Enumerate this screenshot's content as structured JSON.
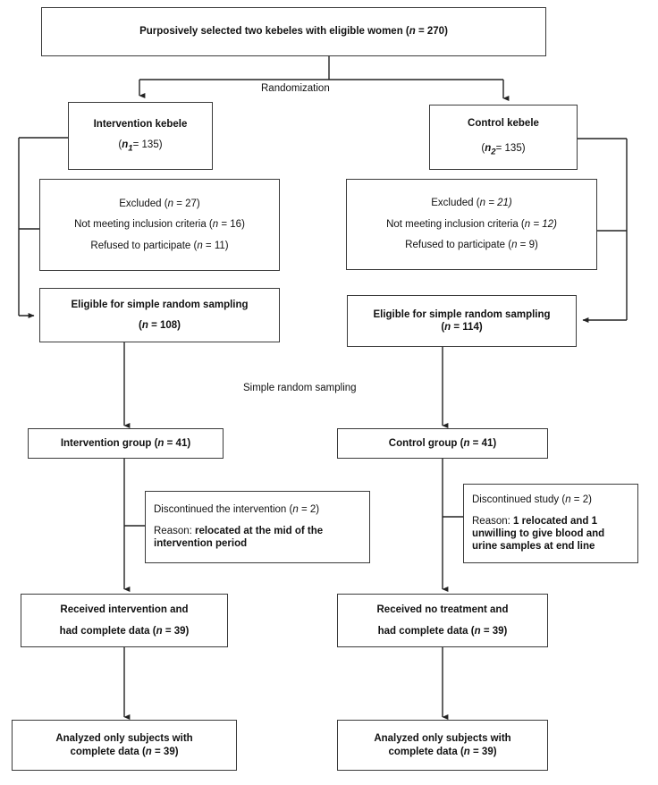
{
  "diagram": {
    "title": "Study participant flow diagram (CONSORT-style)",
    "stroke_color": "#3a3a3a",
    "background_color": "#ffffff",
    "text_color": "#111111"
  },
  "edge_labels": {
    "randomization": "Randomization",
    "simple_random_sampling": "Simple random sampling"
  },
  "nodes": {
    "source": {
      "line1_text": "Purposively selected two kebeles with eligible women (",
      "line1_n": "n",
      "line1_tail": " = 270)"
    },
    "intervention_kebele": {
      "title": "Intervention kebele",
      "n_symbol": "n",
      "n_sub": "1",
      "n_value": "= 135)",
      "n_open": "("
    },
    "control_kebele": {
      "title": "Control kebele",
      "n_symbol": "n",
      "n_sub": "2",
      "n_value": "= 135)",
      "n_open": "("
    },
    "excluded_intervention": {
      "line1_a": "Excluded (",
      "line1_n": "n",
      "line1_b": " = 27)",
      "line2_a": "Not meeting inclusion criteria (",
      "line2_n": "n",
      "line2_b": " = 16)",
      "line3_a": "Refused to participate (",
      "line3_n": "n",
      "line3_b": " = 11)"
    },
    "excluded_control": {
      "line1_a": "Excluded (",
      "line1_n": "n",
      "line1_b": " = 21)",
      "line2_a": "Not meeting inclusion criteria (",
      "line2_n": "n",
      "line2_b": " = 12)",
      "line3_a": "Refused to participate (",
      "line3_n": "n",
      "line3_b": " = 9)"
    },
    "eligible_intervention": {
      "title": "Eligible for simple random sampling",
      "n_open": "(",
      "n_symbol": "n",
      "n_value": " = 108)"
    },
    "eligible_control": {
      "title": "Eligible for simple random sampling",
      "n_open": "(",
      "n_symbol": "n",
      "n_value": " = 114)"
    },
    "intervention_group": {
      "label_a": "Intervention group (",
      "label_n": "n",
      "label_b": "  = 41)"
    },
    "control_group": {
      "label_a": "Control group (",
      "label_n": "n",
      "label_b": " = 41)"
    },
    "discontinued_intervention": {
      "line1_a": "Discontinued the intervention  (",
      "line1_n": "n",
      "line1_b": " = 2)",
      "reason_label": "Reason:",
      "reason_text": " relocated at the mid of the intervention period"
    },
    "discontinued_control": {
      "line1_a": "Discontinued study (",
      "line1_n": "n",
      "line1_b": " = 2)",
      "reason_label": "Reason:",
      "reason_text": " 1 relocated and 1 unwilling to give blood and urine samples at  end line"
    },
    "received_intervention": {
      "line1": "Received intervention and",
      "line2_a": "had complete data (",
      "line2_n": "n",
      "line2_b": " = 39)"
    },
    "received_control": {
      "line1": "Received no treatment and",
      "line2_a": "had complete data (",
      "line2_n": "n",
      "line2_b": " = 39)"
    },
    "analyzed_intervention": {
      "line1": "Analyzed only subjects with",
      "line2_a": "complete data (",
      "line2_n": "n",
      "line2_b": " = 39)"
    },
    "analyzed_control": {
      "line1": "Analyzed only subjects with",
      "line2_a": "complete data (",
      "line2_n": "n",
      "line2_b": " = 39)"
    }
  }
}
